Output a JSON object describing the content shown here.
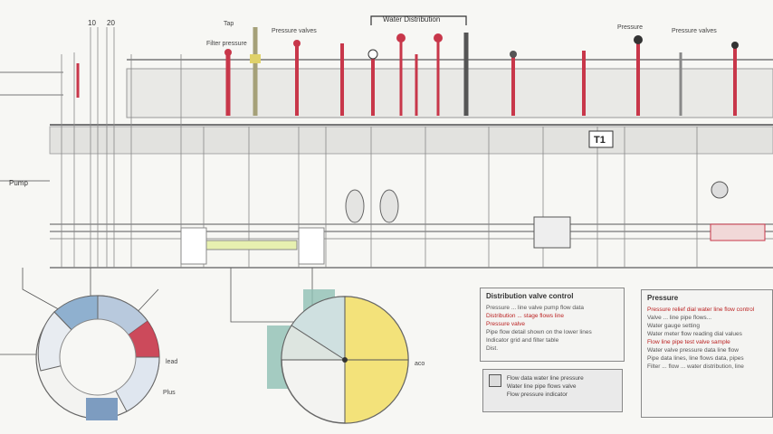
{
  "labels": {
    "top_bracket": "Water Distribution",
    "top_left_a": "Tap",
    "top_left_b": "Filter pressure",
    "top_center_a": "Pressure valves",
    "top_right_a": "Pressure",
    "top_right_b": "Pressure valves",
    "left_side": "Pump",
    "box_marker": "T1",
    "left_wheel_a": "lead",
    "left_wheel_b": "Plus",
    "right_wheel_a": "aco",
    "numbers": [
      "10",
      "20"
    ]
  },
  "panels": {
    "center_title": "Distribution valve control",
    "center_lines": [
      "Pressure ... line valve pump flow data",
      "Distribution ... stage flows line",
      "Pressure valve",
      "Pipe flow detail shown on the lower lines",
      "Indicator grid and filter table",
      "Dist."
    ],
    "right_title": "Pressure",
    "right_lines": [
      "Pressure relief dial water line flow control",
      "Valve ... line pipe flows...",
      "Water gauge setting",
      "Water meter flow reading dial values",
      "Flow line pipe test valve sample",
      "Water valve pressure data line flow",
      "Pipe data lines, line flows data, pipes",
      "Filter ... flow ... water distribution, line"
    ],
    "note_lines": [
      "Flow data water line pressure",
      "Water line pipe flows valve",
      "Flow pressure indicator"
    ]
  },
  "colors": {
    "valve_red": "#c8374a",
    "pipe_gray": "#8c8c8c",
    "wheel_blue": "#8fb0cf",
    "wheel_yellow": "#f3e27a",
    "wheel_teal": "#8fbfb4"
  }
}
